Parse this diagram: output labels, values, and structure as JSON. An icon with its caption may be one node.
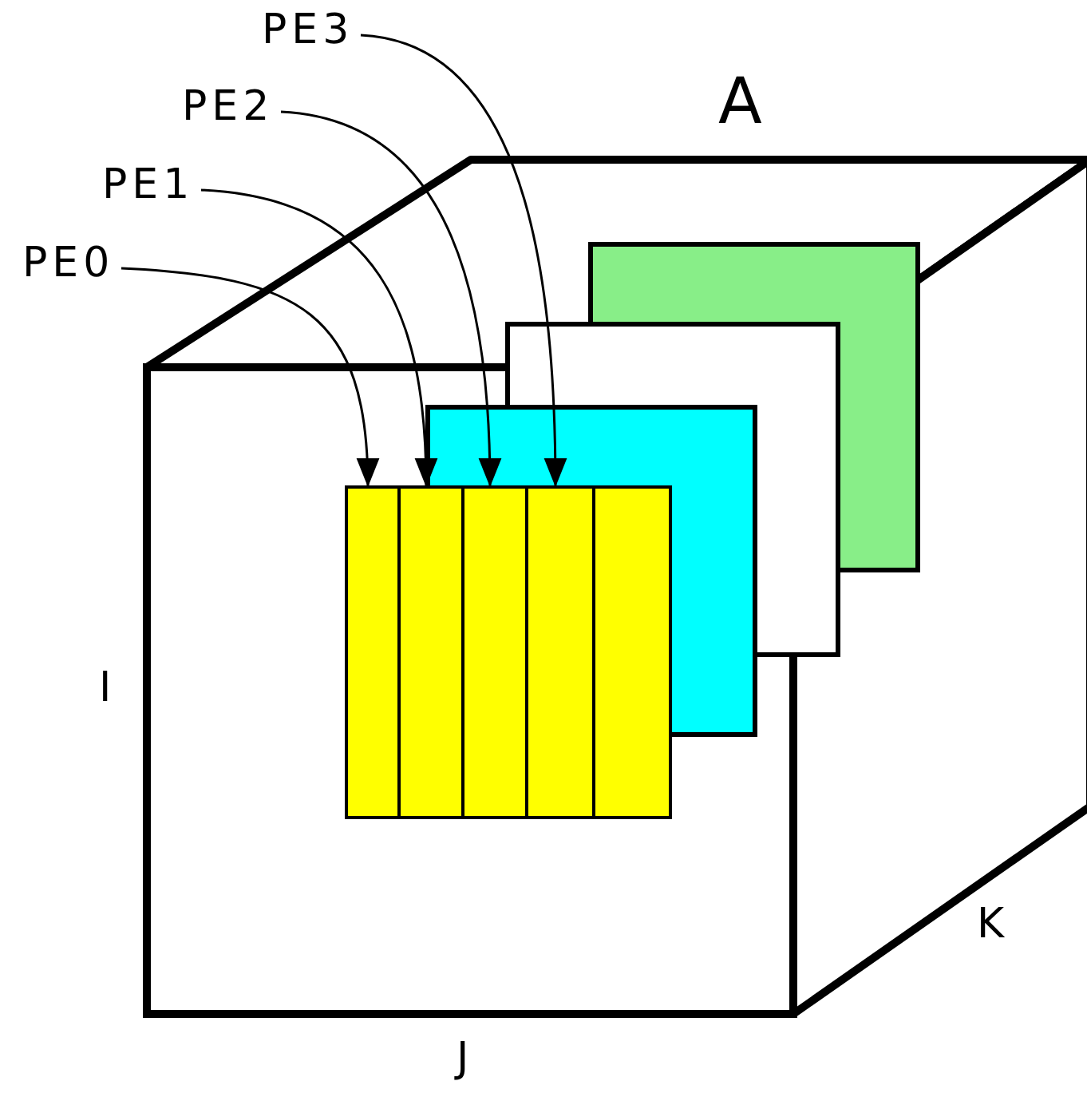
{
  "diagram": {
    "nodes": [
      {
        "text": [
          "PE0"
        ]
      },
      {
        "text": [
          "PE1"
        ]
      },
      {
        "text": [
          "PE2"
        ]
      },
      {
        "text": [
          "PE3"
        ]
      },
      {
        "text": [],
        "shape": "bar"
      },
      {
        "text": [],
        "shape": "bar"
      },
      {
        "text": [],
        "shape": "bar"
      },
      {
        "text": [],
        "shape": "bar"
      },
      {
        "text": [],
        "shape": "bar"
      }
    ],
    "edges": [
      {
        "from": 0,
        "to": 4,
        "arrow": "to"
      },
      {
        "from": 1,
        "to": 5,
        "arrow": "to"
      },
      {
        "from": 2,
        "to": 6,
        "arrow": "to"
      },
      {
        "from": 3,
        "to": 7,
        "arrow": "to"
      }
    ],
    "labels": [
      "A",
      "I",
      "J",
      "K"
    ]
  }
}
